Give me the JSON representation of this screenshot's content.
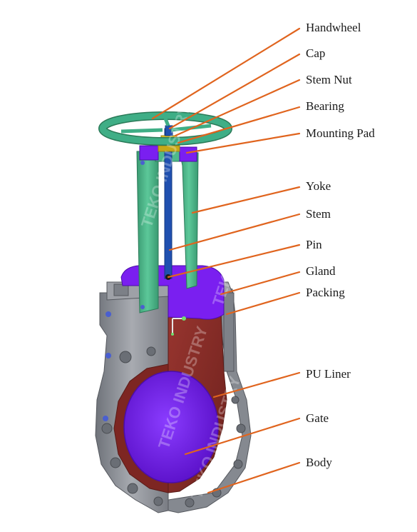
{
  "labels": {
    "handwheel": "Handwheel",
    "cap": "Cap",
    "stem_nut": "Stem Nut",
    "bearing": "Bearing",
    "mounting_pad": "Mounting Pad",
    "yoke": "Yoke",
    "stem": "Stem",
    "pin": "Pin",
    "gland": "Gland",
    "packing": "Packing",
    "pu_liner": "PU Liner",
    "gate": "Gate",
    "body": "Body"
  },
  "watermark": "TEKO INDUSTRY",
  "colors": {
    "leader": "#e0641e",
    "handwheel": "#3fae86",
    "yoke": "#4fb98b",
    "stem": "#2050b0",
    "gate": "#7a1ff0",
    "liner": "#8a2a26",
    "body": "#8c8f96",
    "bolt": "#4a5fd0"
  }
}
